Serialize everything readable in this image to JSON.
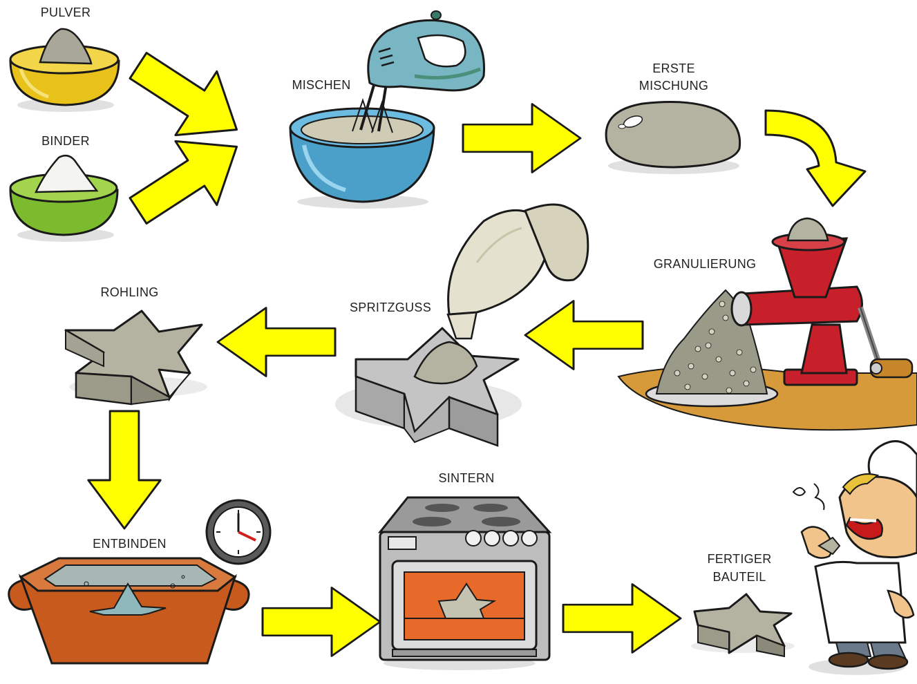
{
  "labels": {
    "pulver": "PULVER",
    "binder": "BINDER",
    "mischen": "MISCHEN",
    "erste_mischung_line1": "ERSTE",
    "erste_mischung_line2": "MISCHUNG",
    "granulierung": "GRANULIERUNG",
    "spritzguss": "SPRITZGUSS",
    "rohling": "ROHLING",
    "entbinden": "ENTBINDEN",
    "sintern": "SINTERN",
    "fertiger_line1": "FERTIGER",
    "fertiger_line2": "BAUTEIL"
  },
  "colors": {
    "arrow": "#ffff00",
    "outline": "#1a1a1a",
    "powder": "#a9a898",
    "powder_dark": "#8a897a",
    "binder": "#f4f4f0",
    "bowl_yellow": "#e8c21a",
    "bowl_green": "#7cbb2e",
    "bowl_blue": "#4aa0c8",
    "mixer": "#78b6c4",
    "grinder_red": "#c8202a",
    "table": "#d79a3a",
    "pan": "#c85a1e",
    "oven_grey": "#bdbdbd",
    "oven_glow": "#e86a2a",
    "bag": "#e4e1cf"
  },
  "icons": [
    "bowl-icon",
    "hand-mixer-icon",
    "dough-ball-icon",
    "meat-grinder-icon",
    "piping-bag-icon",
    "star-mold-icon",
    "star-part-icon",
    "clock-icon",
    "baking-dish-icon",
    "oven-icon",
    "chef-icon",
    "arrow-icon"
  ]
}
